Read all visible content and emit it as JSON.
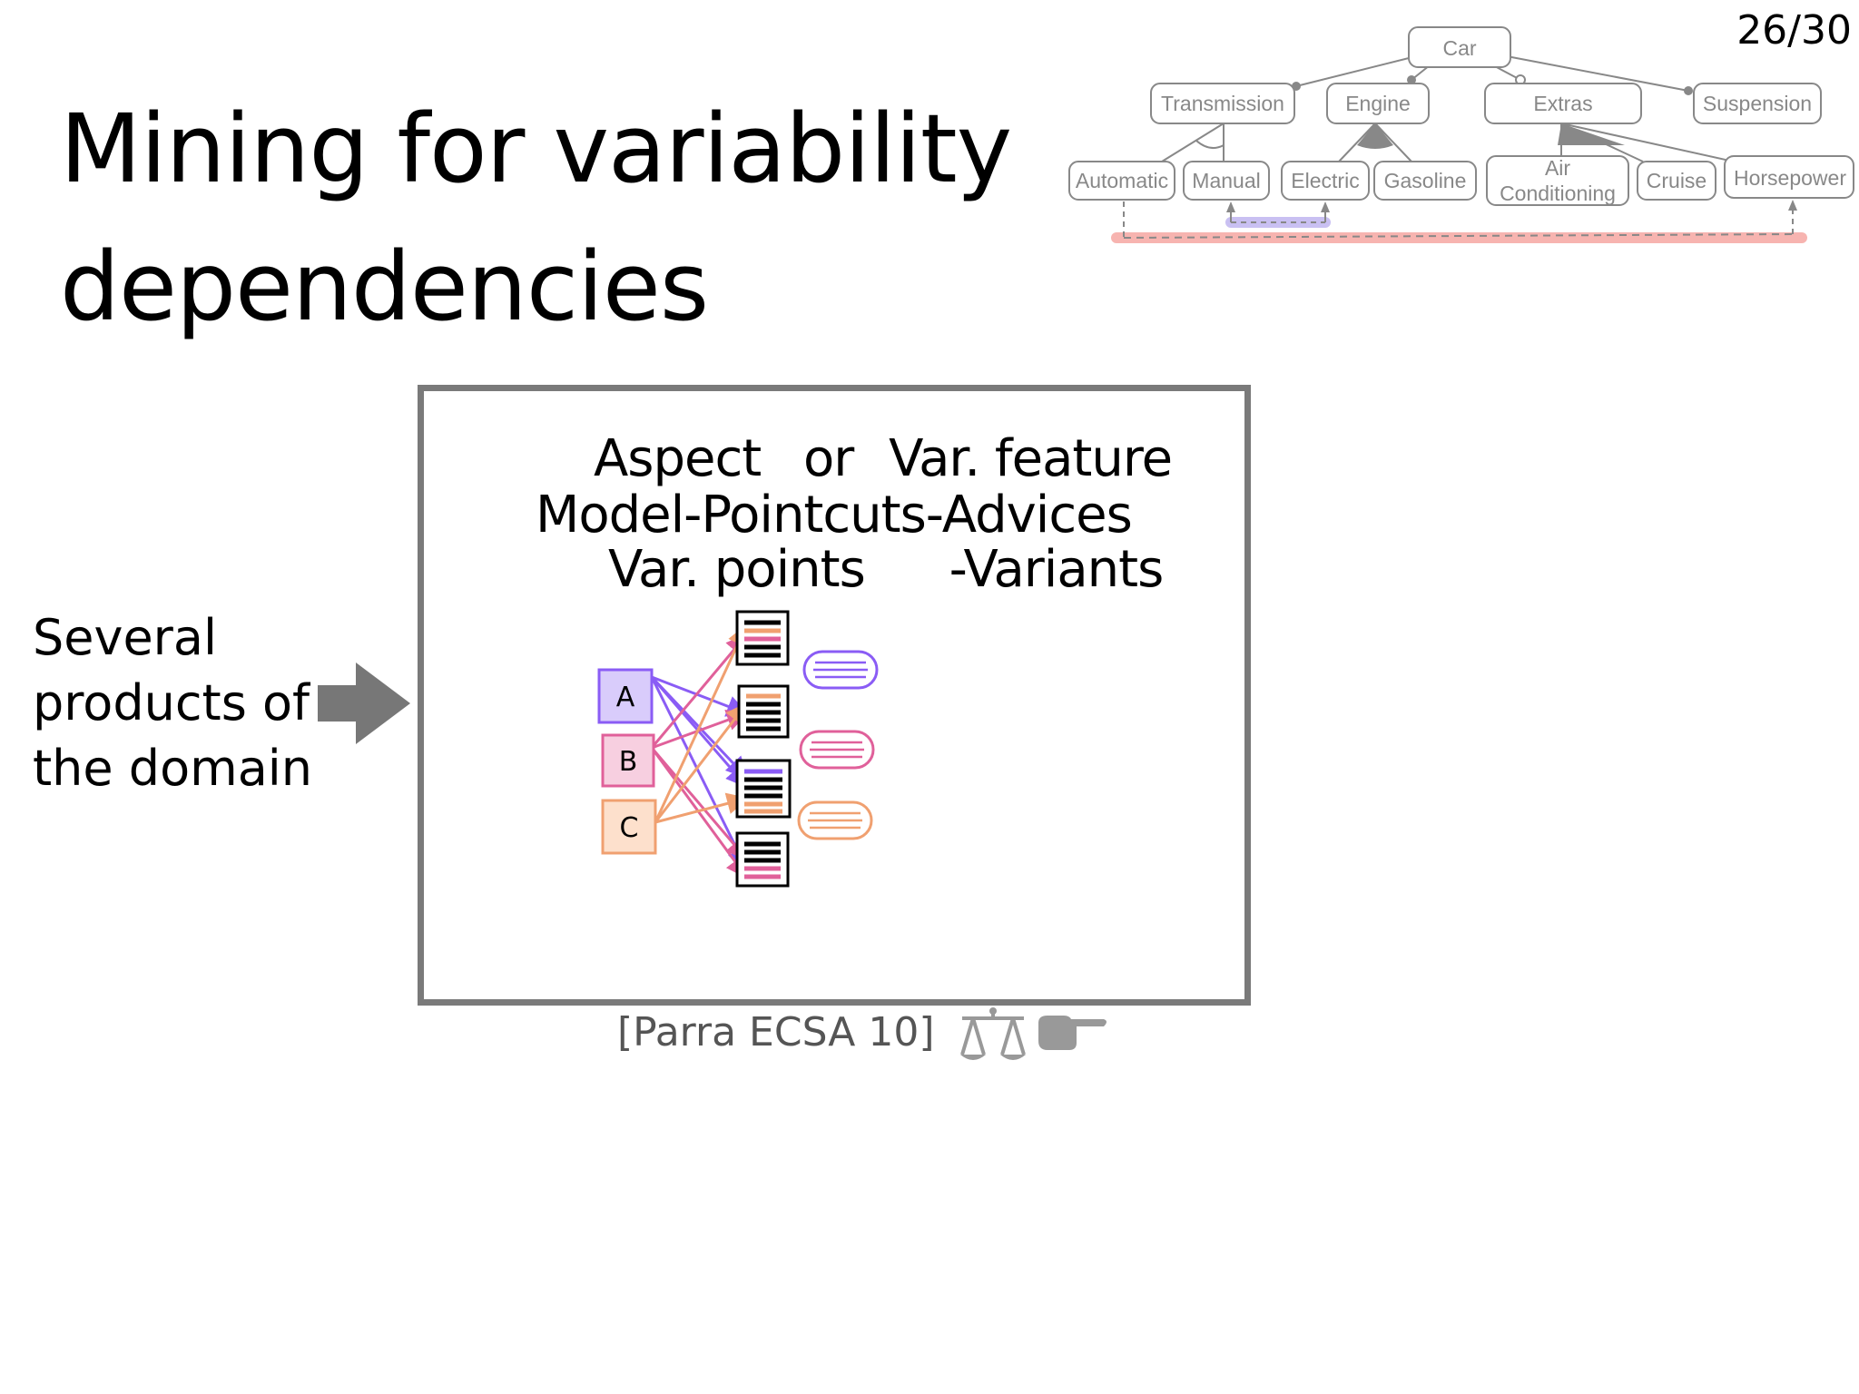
{
  "slide": {
    "title_line1": "Mining for variability",
    "title_line2": "dependencies",
    "page_number": "26/30"
  },
  "side_text": {
    "line1": "Several",
    "line2": "products of",
    "line3": "the domain"
  },
  "box_header": {
    "row1_left": "Aspect",
    "row1_mid": "or",
    "row1_right": "Var. feature",
    "row2": "Model-Pointcuts-Advices",
    "row3_left": "Var. points",
    "row3_right": "-Variants"
  },
  "product_boxes": [
    {
      "label": "A",
      "color": "#8a5cf5",
      "fill": "#d9ccfb"
    },
    {
      "label": "B",
      "color": "#e0609a",
      "fill": "#f7cfe0"
    },
    {
      "label": "C",
      "color": "#f0a070",
      "fill": "#fde0cc"
    }
  ],
  "citation": "[Parra ECSA 10]",
  "icons": [
    "scales-icon",
    "pointing-hand-icon",
    "arrow-right-icon"
  ],
  "feature_model": {
    "root": "Car",
    "level1": [
      "Transmission",
      "Engine",
      "Extras",
      "Suspension"
    ],
    "level2": [
      "Automatic",
      "Manual",
      "Electric",
      "Gasoline",
      "Air",
      "Conditioning",
      "Cruise",
      "Horsepower"
    ]
  },
  "colors": {
    "frame": "#7a7a7a",
    "purple": "#8a5cf5",
    "pink": "#e0609a",
    "orange": "#f0a070",
    "fm_gray": "#888888",
    "constraint_red": "#f7b4b0",
    "constraint_purple": "#c9c0f2"
  }
}
